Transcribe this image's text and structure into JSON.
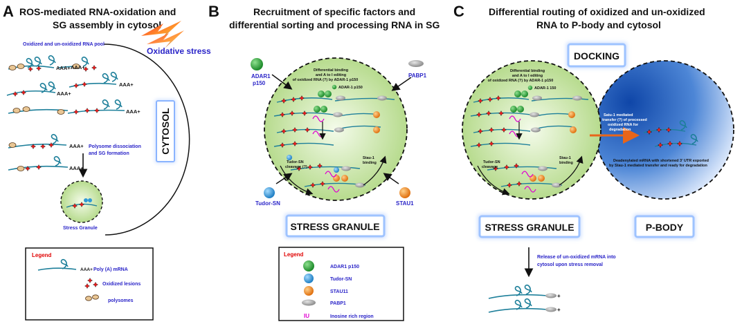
{
  "panels": {
    "a": {
      "letter": "A",
      "title_line1": "ROS-mediated RNA-oxidation and",
      "title_line2": "SG assembly in cytosol",
      "oxidative_stress": "Oxidative stress",
      "rna_pool": "Oxidized and un-oxidized RNA pool",
      "polya": "AAA+",
      "polysome_line1": "Polysome dissociation",
      "polysome_line2": "and SG formation",
      "cytosol": "CYTOSOL",
      "stress_granule": "Stress Granule",
      "legend_title": "Legend",
      "legend_polya_mrna": "Poly (A) mRNA",
      "legend_oxidized": "Oxidized lesions",
      "legend_polysomes": "polysomes"
    },
    "b": {
      "letter": "B",
      "title_line1": "Recruitment of specific factors and",
      "title_line2": "differential sorting and processing RNA in SG",
      "adar1_line1": "ADAR1",
      "adar1_line2": "p150",
      "pabp1": "PABP1",
      "tudor_sn": "Tudor-SN",
      "stau1": "STAU1",
      "diff_binding_1": "Differential binding",
      "diff_binding_2": "and A to I editing",
      "diff_binding_3": "of oxidized RNA (?) by ADAR-1 p150",
      "adar_label": "ADAR-1 p150",
      "tudor_cleavage_1": "Tudor-SN",
      "tudor_cleavage_2": "cleavage (?)",
      "stau_binding_1": "Stau-1",
      "stau_binding_2": "binding",
      "stress_granule_box": "STRESS GRANULE",
      "legend_title": "Legend",
      "legend_adar": "ADAR1 p150",
      "legend_tudor": "Tudor-SN",
      "legend_stau": "STAU11",
      "legend_pabp": "PABP1",
      "legend_iu": "IU",
      "legend_inosine": "Inosine rich region"
    },
    "c": {
      "letter": "C",
      "title_line1": "Differential routing of oxidized and un-oxidized",
      "title_line2": "RNA to P-body and cytosol",
      "docking": "DOCKING",
      "diff_binding_1": "Differential binding",
      "diff_binding_2": "and A to I editing",
      "diff_binding_3": "of oxidized RNA (?) by ADAR-1 p150",
      "adar_label": "ADAR-1 150",
      "tudor_cleavage_1": "Tudor-SN",
      "tudor_cleavage_2": "cleavage",
      "stau_binding_1": "Stau-1",
      "stau_binding_2": "binding",
      "transfer_1": "Satu-1 mediated",
      "transfer_2": "transfer  (?) of processed",
      "transfer_3": "oxidized RNA for",
      "transfer_4": "degradation",
      "deadenylated_1": "Deadenylated mRNA with shortened 3' UTR  exported",
      "deadenylated_2": "by Stau-1 mediated transfer and ready for degradation",
      "stress_granule_box": "STRESS GRANULE",
      "pbody_box": "P-BODY",
      "release_1": "Release of un-oxidized mRNA into",
      "release_2": "cytosol upon stress removal"
    }
  },
  "colors": {
    "label_blue": "#2a24c8",
    "rna_teal": "#1d7f9a",
    "granule_green": "#cfe7b0",
    "pbody_blue": "#1f5fbf",
    "box_glow": "#9ec3ff",
    "adar_green": "#2faa3a",
    "tudor_blue": "#2f9ad6",
    "stau_orange": "#f08a1e",
    "pabp_gray": "#9a9a9a",
    "lesion_red": "#c81e1e",
    "inosine_magenta": "#e000d0",
    "transfer_arrow": "#e8651a"
  }
}
